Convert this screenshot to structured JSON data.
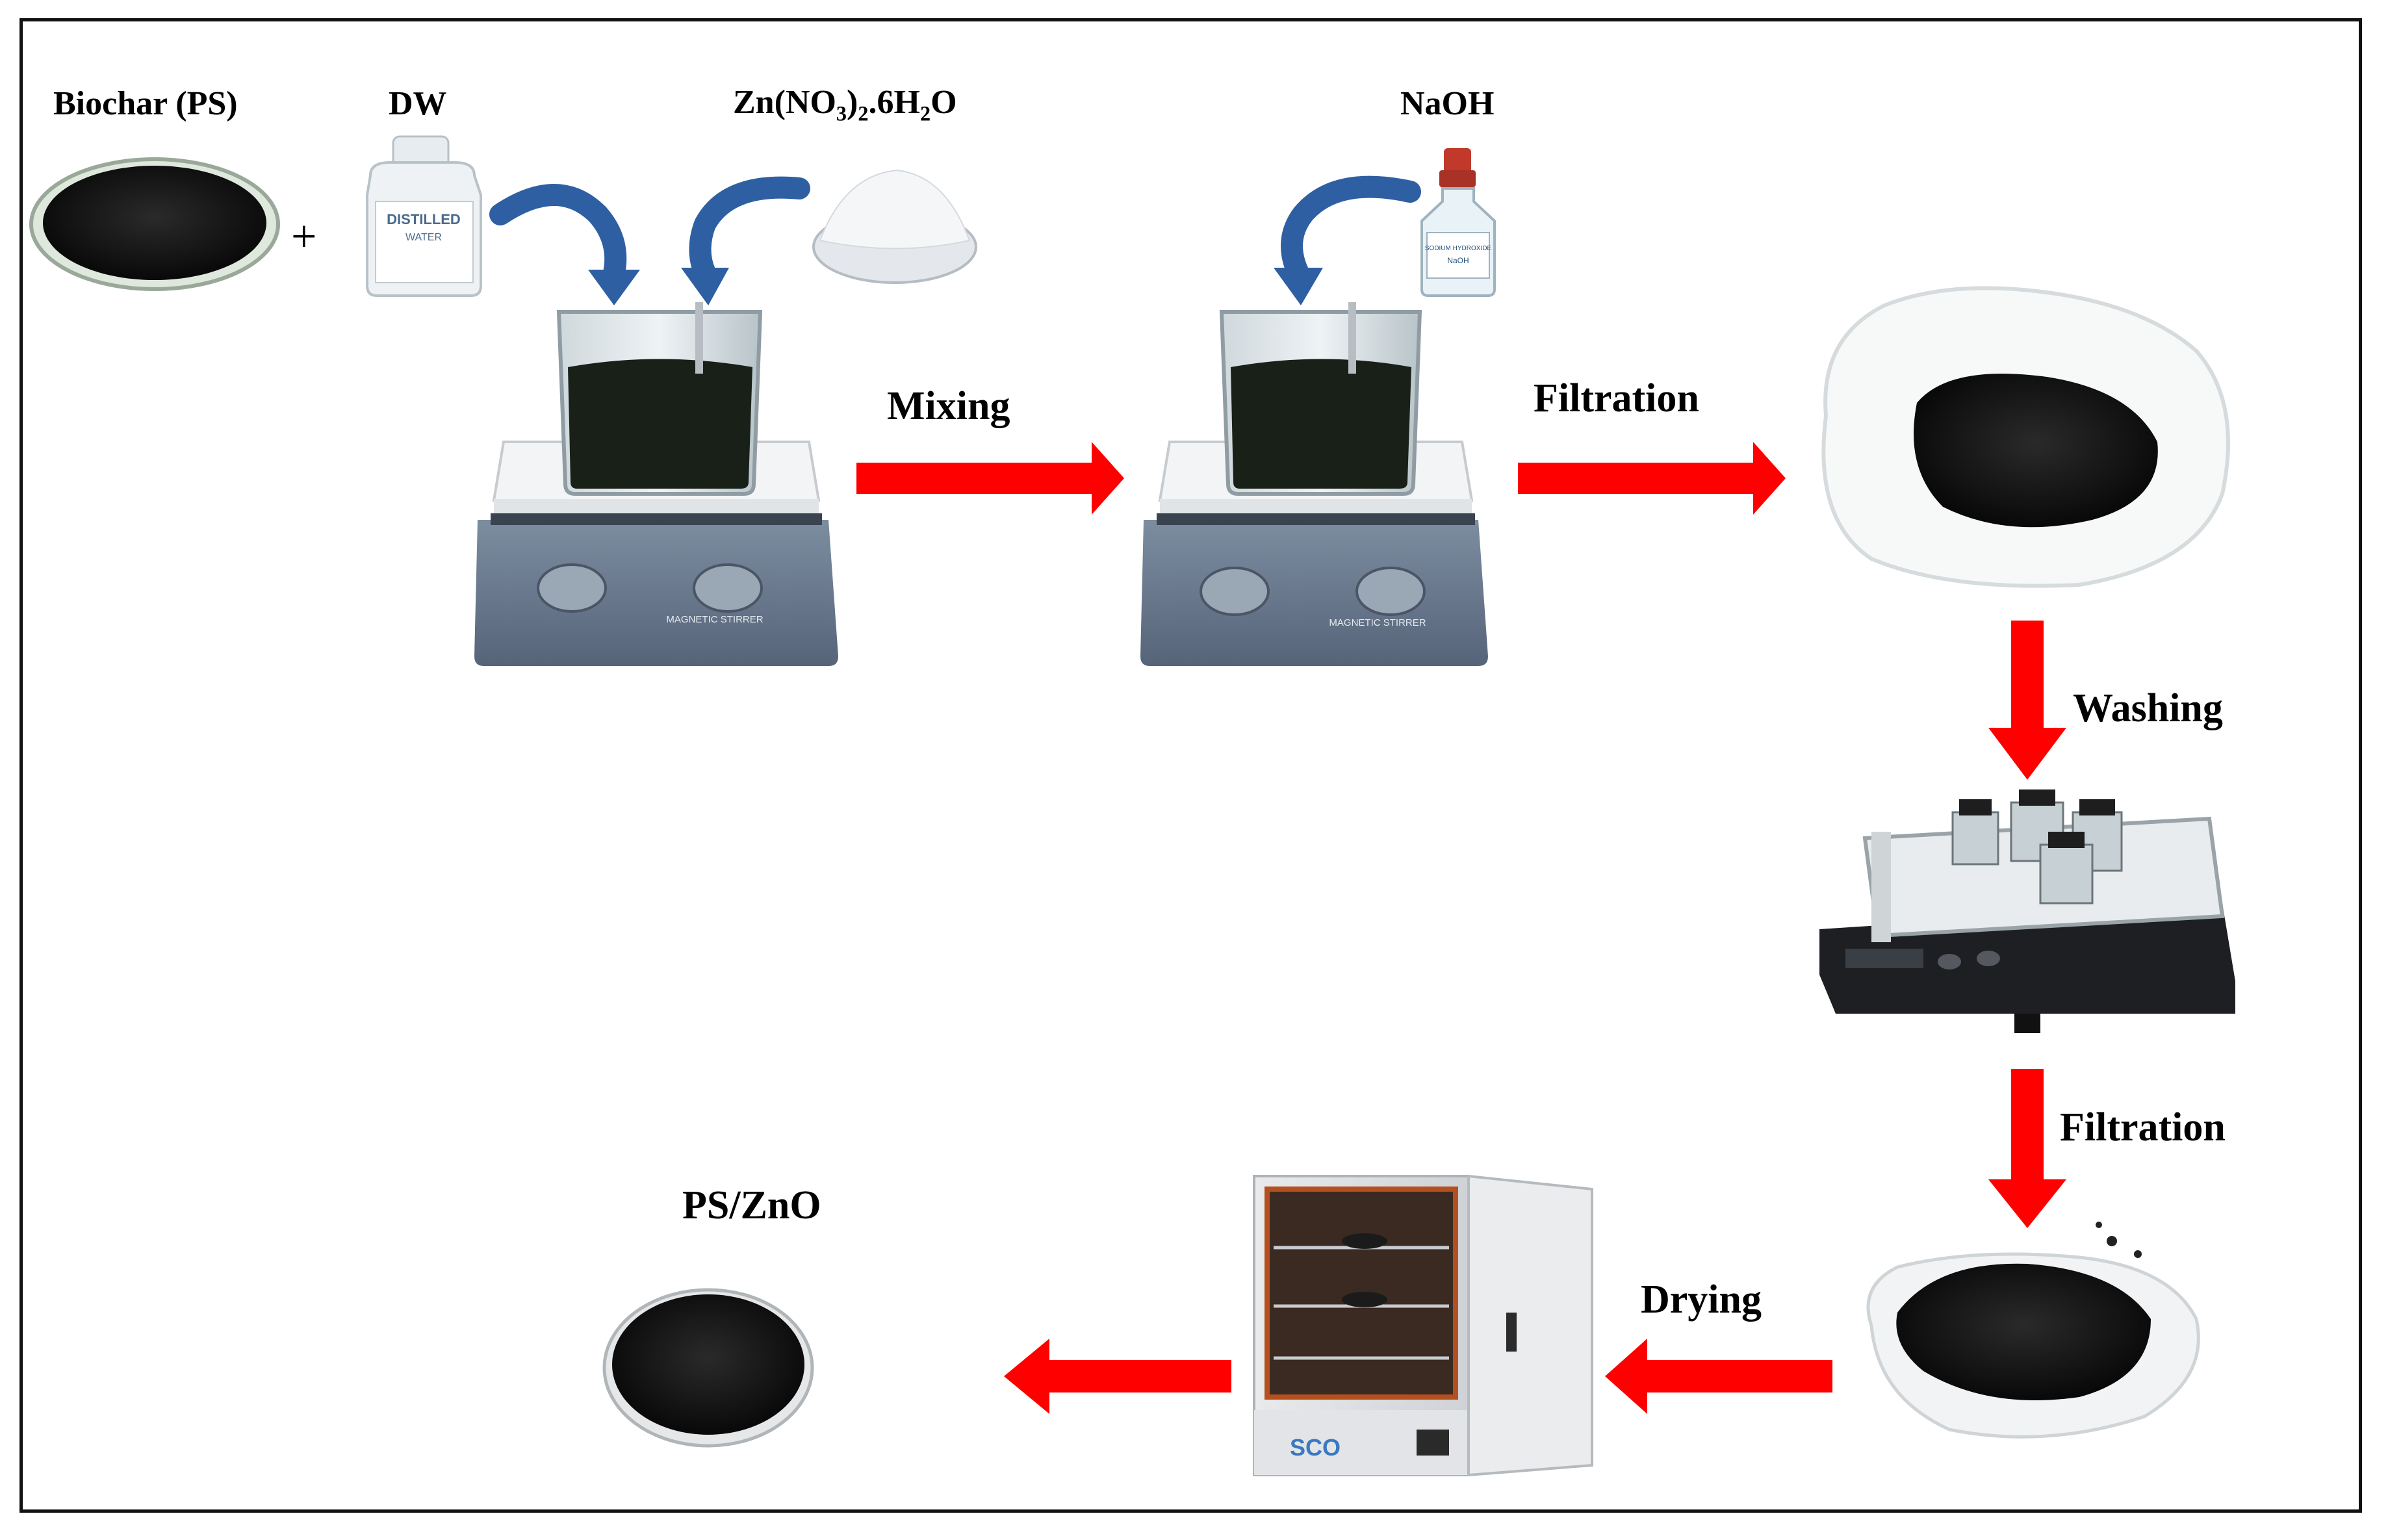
{
  "labels": {
    "biochar": "Biochar (PS)",
    "dw": "DW",
    "zinc_nitrate": {
      "a": "Zn(NO",
      "s1": "3",
      "b": ")",
      "s2": "2",
      "c": ".6H",
      "s3": "2",
      "d": "O"
    },
    "naoh": "NaOH",
    "plus": "+",
    "product": "PS/ZnO"
  },
  "steps": {
    "mixing": "Mixing",
    "filtration_1": "Filtration",
    "washing": "Washing",
    "filtration_2": "Filtration",
    "drying": "Drying"
  },
  "bottle_text": {
    "line1": "DISTILLED",
    "line2": "WATER"
  },
  "flask_text": {
    "line1": "SODIUM HYDROXIDE",
    "line2": "NaOH"
  },
  "stirrer_text": "MAGNETIC STIRRER",
  "oven_brand": "SCO",
  "colors": {
    "arrow_red": "#ff0000",
    "curve_blue": "#2e5fa3",
    "frame": "#111111",
    "powder": "#141414"
  }
}
